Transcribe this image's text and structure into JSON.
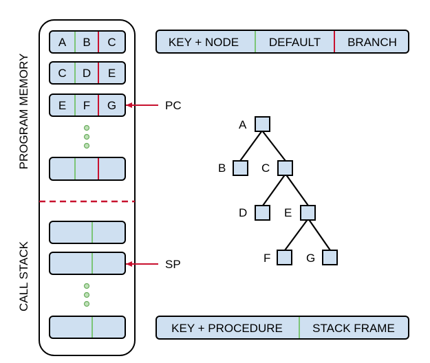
{
  "program_memory": {
    "label": "PROGRAM MEMORY",
    "rows": [
      [
        "A",
        "B",
        "C"
      ],
      [
        "C",
        "D",
        "E"
      ],
      [
        "E",
        "F",
        "G"
      ],
      [
        "",
        "",
        ""
      ]
    ],
    "pointer_label": "PC"
  },
  "call_stack": {
    "label": "CALL STACK",
    "rows": [
      [
        "",
        ""
      ],
      [
        "",
        ""
      ],
      [
        "",
        ""
      ]
    ],
    "pointer_label": "SP"
  },
  "legend_top": {
    "items": [
      "KEY + NODE",
      "DEFAULT",
      "BRANCH"
    ]
  },
  "legend_bottom": {
    "items": [
      "KEY + PROCEDURE",
      "STACK FRAME"
    ]
  },
  "tree": {
    "nodes": {
      "A": "A",
      "B": "B",
      "C": "C",
      "D": "D",
      "E": "E",
      "F": "F",
      "G": "G"
    }
  },
  "colors": {
    "cell_fill": "#cfe0f1",
    "green_divider": "#7cc576",
    "red_divider": "#c8102e",
    "dot_fill": "#bfe0b8",
    "dot_stroke": "#6aad5e",
    "arrow": "#c8102e"
  }
}
